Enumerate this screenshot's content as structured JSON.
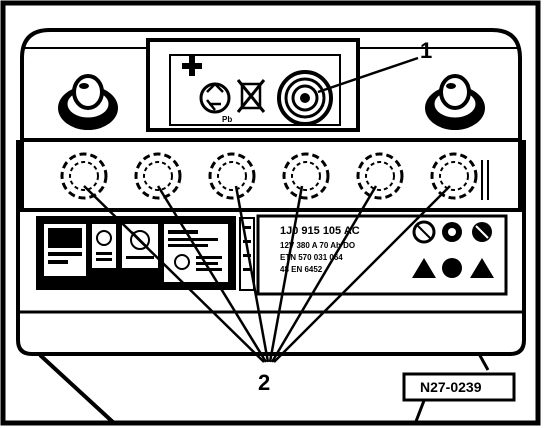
{
  "callouts": {
    "one": "1",
    "two": "2"
  },
  "figure_code": "N27-0239",
  "battery_label": {
    "line1": "1J0 915 105 AC",
    "line2": "12V 380 A 70 Ah DO",
    "line3": "ETN 570 031 064",
    "line4": "48 EN 6452"
  },
  "top_plate": {
    "pb": "Pb"
  },
  "colors": {
    "ink": "#000000",
    "paper": "#ffffff"
  }
}
